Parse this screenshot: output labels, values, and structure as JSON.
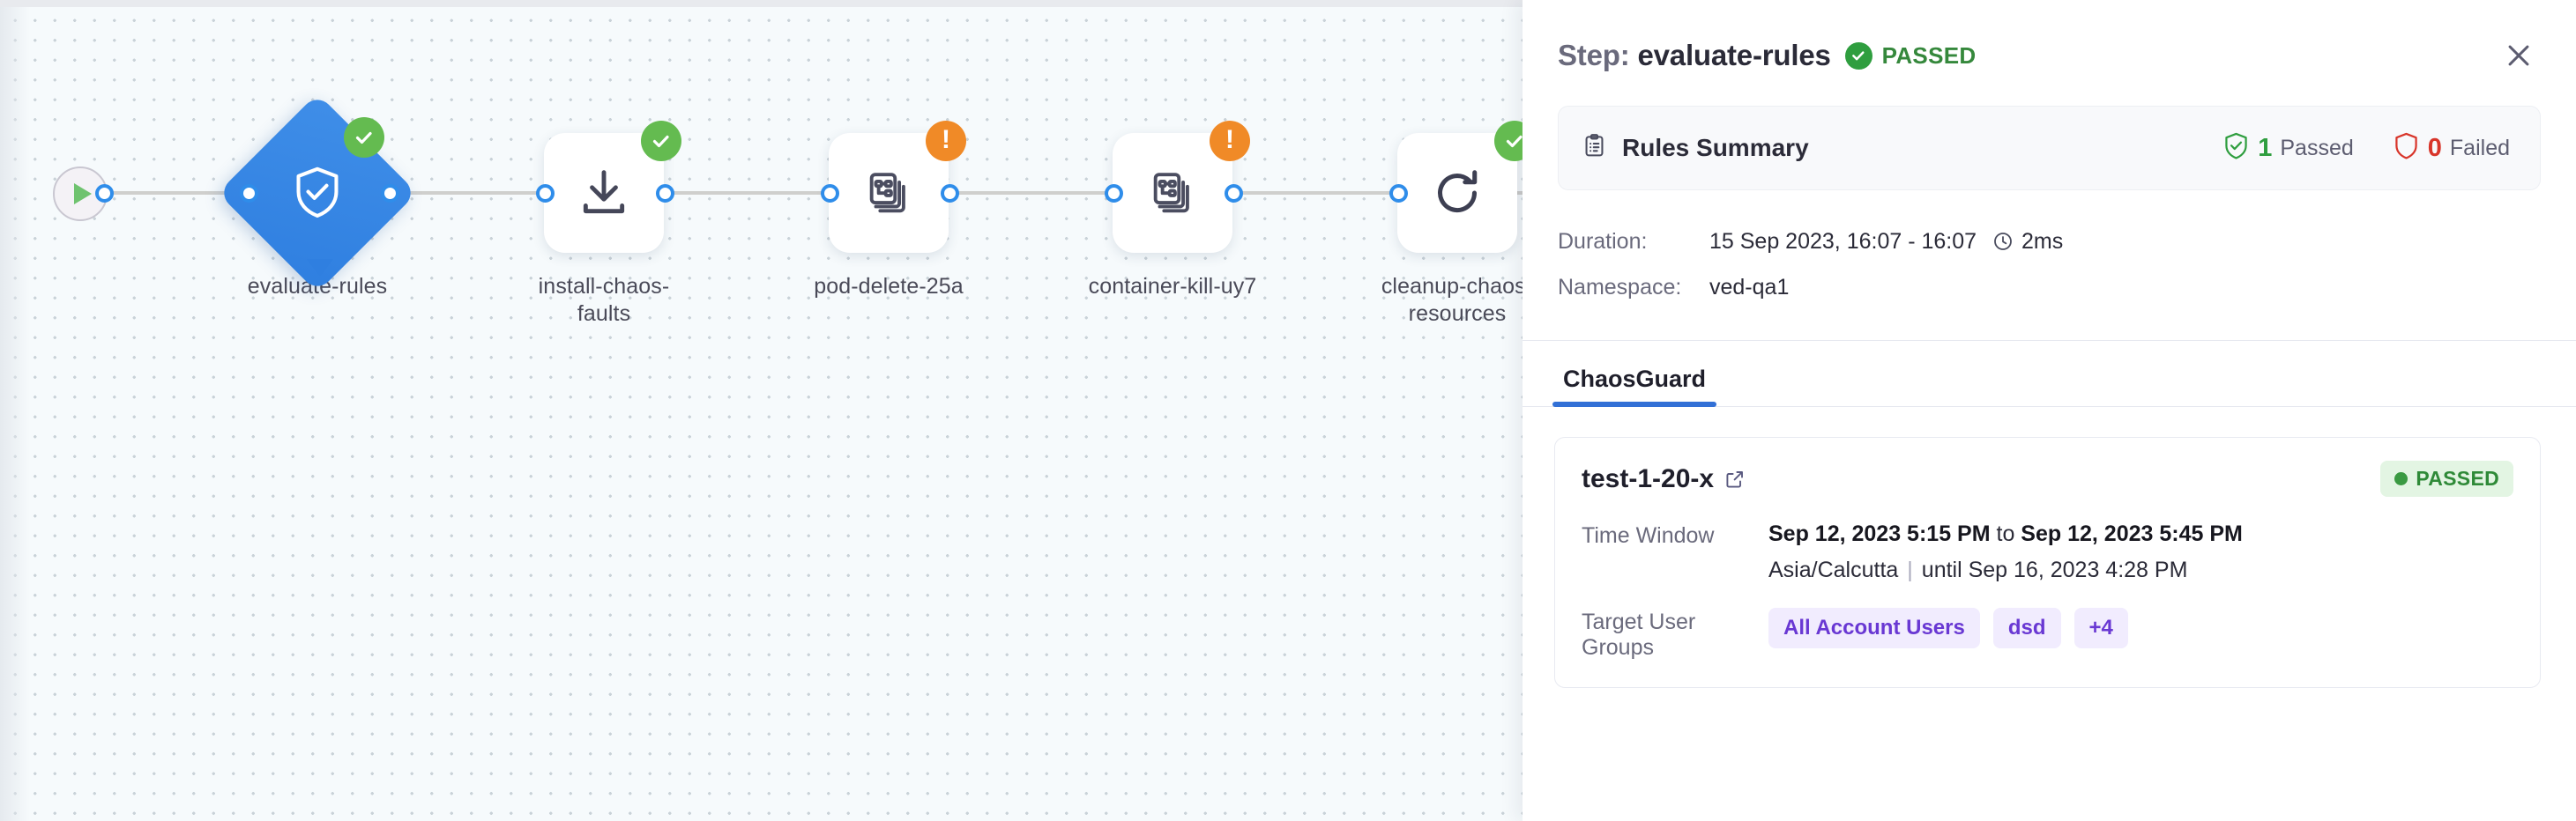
{
  "canvas": {
    "start_node": {
      "icon": "play-icon"
    },
    "nodes": [
      {
        "id": "evaluate-rules",
        "label": "evaluate-rules",
        "icon": "shield-check-icon",
        "status": "passed",
        "shape": "diamond",
        "selected": true
      },
      {
        "id": "install-chaos-faults",
        "label": "install-chaos-\nfaults",
        "icon": "download-icon",
        "status": "passed",
        "shape": "square",
        "selected": false
      },
      {
        "id": "pod-delete-25a",
        "label": "pod-delete-25a",
        "icon": "chaos-experiment-icon",
        "status": "warning",
        "shape": "square",
        "selected": false
      },
      {
        "id": "container-kill-uy7",
        "label": "container-kill-uy7",
        "icon": "chaos-experiment-icon",
        "status": "warning",
        "shape": "square",
        "selected": false
      },
      {
        "id": "cleanup-chaos-resources",
        "label": "cleanup-chaos-\nresources",
        "icon": "refresh-icon",
        "status": "passed",
        "shape": "square",
        "selected": false
      }
    ]
  },
  "panel": {
    "header": {
      "step_label": "Step:",
      "step_name": "evaluate-rules",
      "status": "PASSED",
      "status_icon": "check-circle-icon",
      "close_icon": "close-icon"
    },
    "rules_summary": {
      "icon": "clipboard-icon",
      "title": "Rules Summary",
      "passed_count": "1",
      "passed_label": "Passed",
      "failed_count": "0",
      "failed_label": "Failed"
    },
    "meta": [
      {
        "key": "Duration:",
        "value": "15 Sep 2023, 16:07 - 16:07",
        "extra": "2ms",
        "extra_icon": "clock-icon"
      },
      {
        "key": "Namespace:",
        "value": "ved-qa1",
        "extra": "",
        "extra_icon": ""
      }
    ],
    "tabs": [
      {
        "label": "ChaosGuard",
        "active": true
      }
    ],
    "test_card": {
      "name": "test-1-20-x",
      "external_link_icon": "external-link-icon",
      "status_pill": "PASSED",
      "rows": [
        {
          "key": "Time Window",
          "value_start": "Sep 12, 2023 5:15 PM",
          "value_sep": " to ",
          "value_end": "Sep 12, 2023 5:45 PM",
          "timezone": "Asia/Calcutta",
          "until": "until Sep 16, 2023 4:28 PM"
        },
        {
          "key": "Target User Groups",
          "chips": [
            "All Account Users",
            "dsd",
            "+4"
          ]
        }
      ]
    }
  },
  "colors": {
    "accent_blue": "#3270d6",
    "node_blue": "#2f7fe0",
    "success_green": "#2f9e3f",
    "warning_orange": "#f08a27",
    "danger_red": "#d8352a",
    "chip_purple": "#6938d3",
    "canvas_bg": "#f6fafc"
  }
}
